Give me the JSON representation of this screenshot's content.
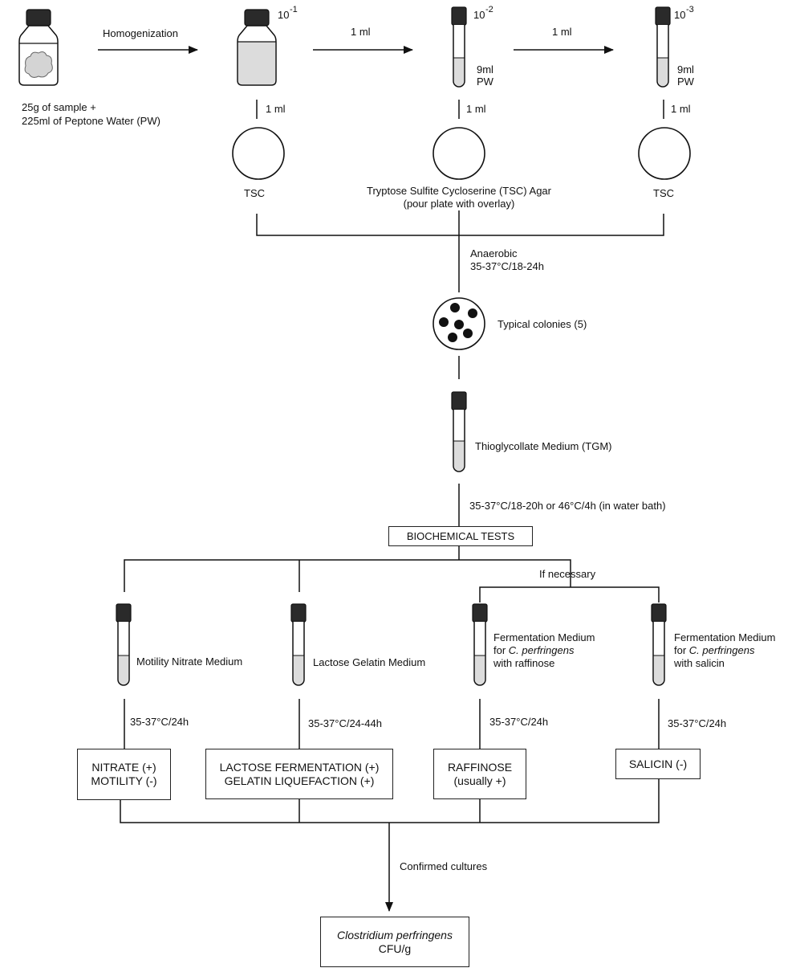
{
  "step1": {
    "homogenization": "Homogenization",
    "sample_line1": "25g of sample +",
    "sample_line2": "225ml of Peptone Water (PW)"
  },
  "dilutions": {
    "d1": "10",
    "d1_exp": "-1",
    "d2": "10",
    "d2_exp": "-2",
    "d3": "10",
    "d3_exp": "-3",
    "transfer_1": "1 ml",
    "transfer_2": "1 ml",
    "tube_2_line1": "9ml",
    "tube_2_line2": "PW",
    "tube_3_line1": "9ml",
    "tube_3_line2": "PW"
  },
  "plating": {
    "vol_1": "1 ml",
    "vol_2": "1 ml",
    "vol_3": "1 ml",
    "plate_1": "TSC",
    "plate_2_line1": "Tryptose Sulfite Cycloserine (TSC) Agar",
    "plate_2_line2": "(pour plate with overlay)",
    "plate_3": "TSC"
  },
  "incubation": {
    "line1": "Anaerobic",
    "line2": "35-37°C/18-24h"
  },
  "colonies": "Typical colonies (5)",
  "tgm": "Thioglycollate Medium (TGM)",
  "tgm_incubation": "35-37°C/18-20h or 46°C/4h (in water bath)",
  "biochemical_tests": "BIOCHEMICAL TESTS",
  "if_necessary": "If necessary",
  "media": {
    "motility": "Motility Nitrate Medium",
    "lactose": "Lactose Gelatin Medium",
    "raffinose_line1": "Fermentation Medium",
    "raffinose_line2_pre": "for ",
    "raffinose_line2_it": "C. perfringens",
    "raffinose_line3": "with raffinose",
    "salicin_line1": "Fermentation Medium",
    "salicin_line2_pre": "for ",
    "salicin_line2_it": "C. perfringens",
    "salicin_line3": "with salicin"
  },
  "test_incubation": {
    "motility": "35-37°C/24h",
    "lactose": "35-37°C/24-44h",
    "raffinose": "35-37°C/24h",
    "salicin": "35-37°C/24h"
  },
  "results": {
    "nitrate_line1": "NITRATE (+)",
    "nitrate_line2": "MOTILITY (-)",
    "lactose_line1": "LACTOSE FERMENTATION (+)",
    "lactose_line2": "GELATIN LIQUEFACTION (+)",
    "raffinose_line1": "RAFFINOSE",
    "raffinose_line2": "(usually +)",
    "salicin": "SALICIN (-)"
  },
  "confirmed": "Confirmed cultures",
  "final_line1": "Clostridium perfringens",
  "final_line2": "CFU/g"
}
